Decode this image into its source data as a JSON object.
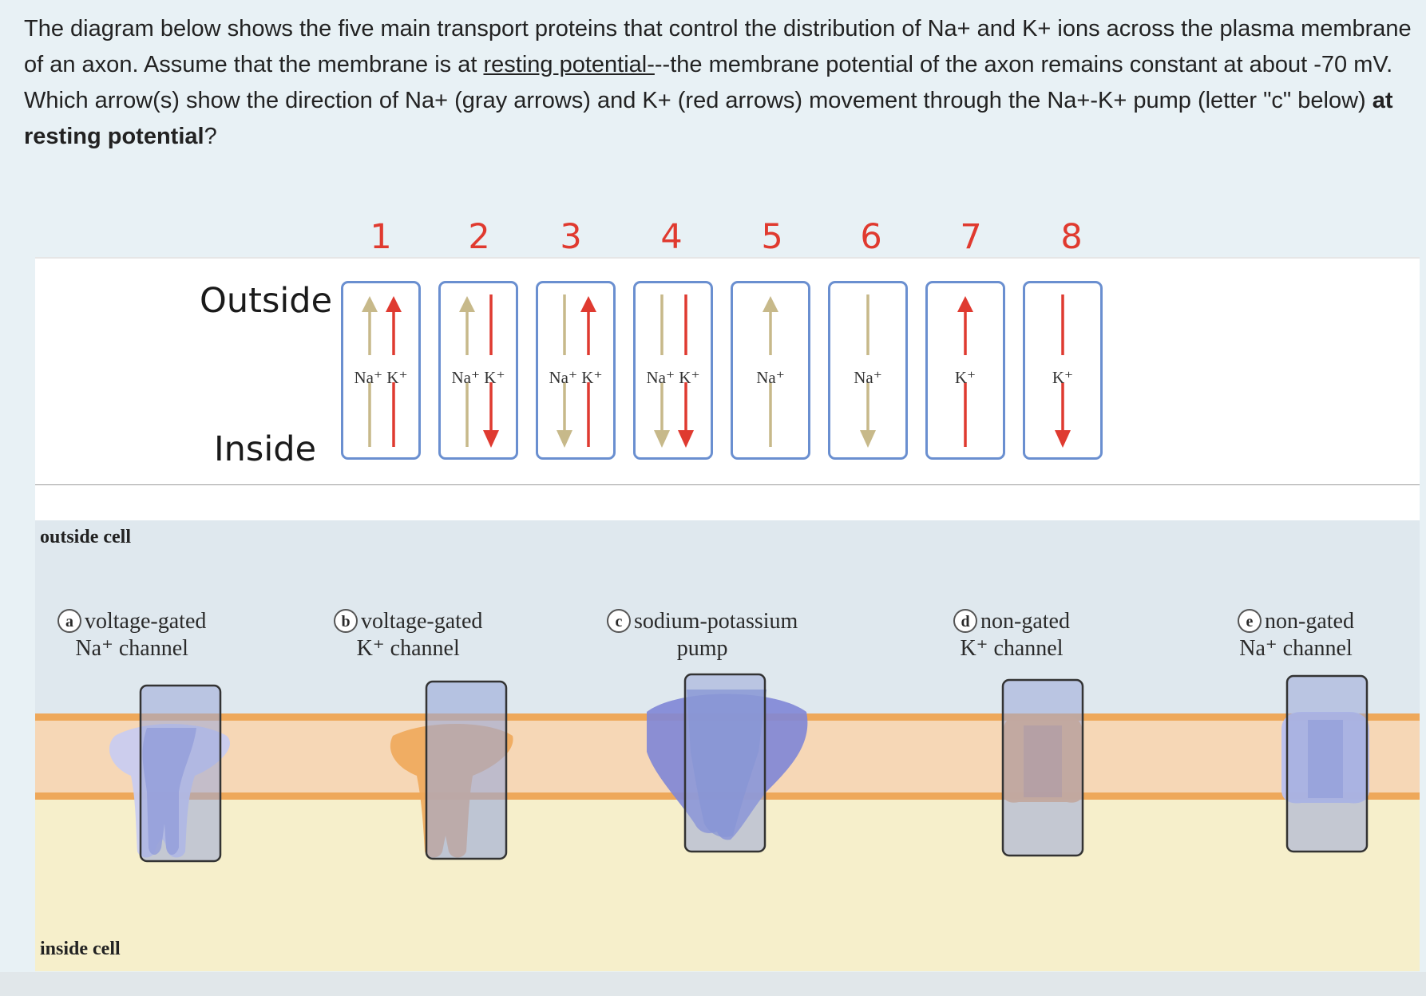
{
  "question": {
    "line1_before": "The diagram below shows the five main transport proteins that control the distribution of Na+ and K+ ions across the plasma membrane of an axon. Assume that the membrane is at ",
    "line1_link": "resting potential-",
    "line1_after": "--the membrane potential of the axon remains constant at about -70 mV.",
    "line2_before": "Which arrow(s) show the direction of Na+ (gray arrows) and K+ (red arrows) movement through the Na+-K+ pump (letter \"c\" below) ",
    "line2_bold": "at resting potential",
    "line2_after": "?"
  },
  "arrow_diagram": {
    "outside_label": "Outside",
    "inside_label": "Inside",
    "colors": {
      "na_arrow": "#c7b98a",
      "k_arrow": "#df3a30",
      "box_border": "#6a8fd0"
    },
    "options": [
      {
        "number": "1",
        "ions": [
          {
            "ion": "Na⁺",
            "direction": "out"
          },
          {
            "ion": "K⁺",
            "direction": "out"
          }
        ],
        "label": "Na⁺ K⁺"
      },
      {
        "number": "2",
        "ions": [
          {
            "ion": "Na⁺",
            "direction": "out"
          },
          {
            "ion": "K⁺",
            "direction": "in"
          }
        ],
        "label": "Na⁺ K⁺"
      },
      {
        "number": "3",
        "ions": [
          {
            "ion": "Na⁺",
            "direction": "in"
          },
          {
            "ion": "K⁺",
            "direction": "out"
          }
        ],
        "label": "Na⁺ K⁺"
      },
      {
        "number": "4",
        "ions": [
          {
            "ion": "Na⁺",
            "direction": "in"
          },
          {
            "ion": "K⁺",
            "direction": "in"
          }
        ],
        "label": "Na⁺ K⁺"
      },
      {
        "number": "5",
        "ions": [
          {
            "ion": "Na⁺",
            "direction": "out"
          }
        ],
        "label": "Na⁺"
      },
      {
        "number": "6",
        "ions": [
          {
            "ion": "Na⁺",
            "direction": "in"
          }
        ],
        "label": "Na⁺"
      },
      {
        "number": "7",
        "ions": [
          {
            "ion": "K⁺",
            "direction": "out"
          }
        ],
        "label": "K⁺"
      },
      {
        "number": "8",
        "ions": [
          {
            "ion": "K⁺",
            "direction": "in"
          }
        ],
        "label": "K⁺"
      }
    ]
  },
  "membrane_diagram": {
    "outside_label": "outside cell",
    "inside_label": "inside cell",
    "proteins": [
      {
        "letter": "a",
        "line1": "voltage-gated",
        "line2": "Na⁺ channel"
      },
      {
        "letter": "b",
        "line1": "voltage-gated",
        "line2": "K⁺ channel"
      },
      {
        "letter": "c",
        "line1": "sodium-potassium",
        "line2": "pump"
      },
      {
        "letter": "d",
        "line1": "non-gated",
        "line2": "K⁺ channel"
      },
      {
        "letter": "e",
        "line1": "non-gated",
        "line2": "Na⁺ channel"
      }
    ]
  }
}
